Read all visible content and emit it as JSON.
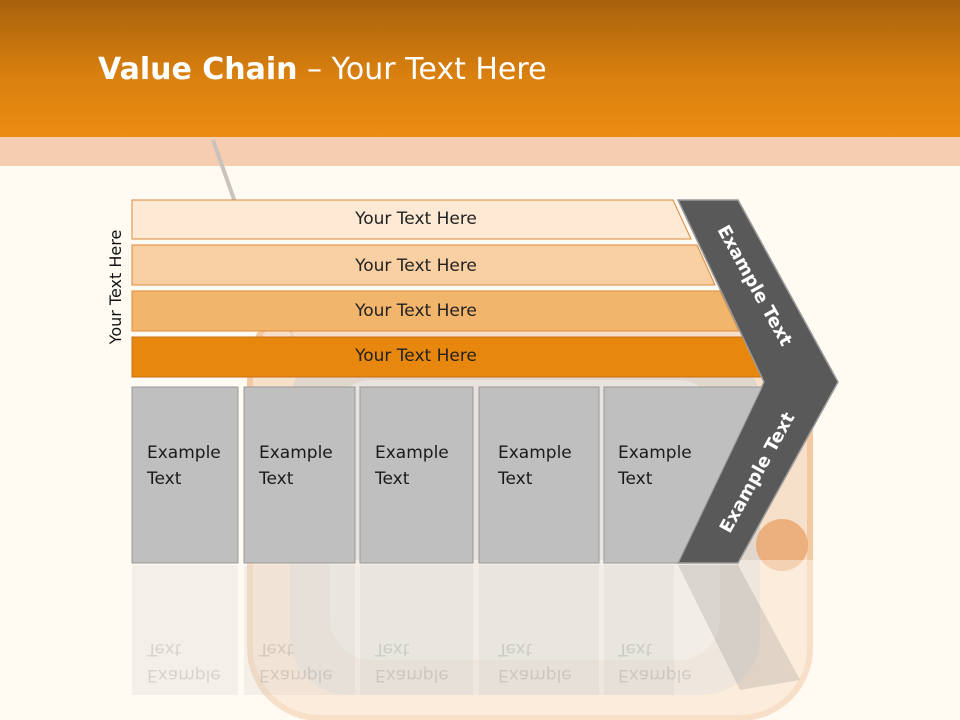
{
  "slide": {
    "title_bold": "Value Chain",
    "title_rest": " – Your Text Here",
    "side_label": "Your Text Here"
  },
  "bars": [
    {
      "label": "Your Text Here",
      "color": "#fde9d4"
    },
    {
      "label": "Your Text Here",
      "color": "#f8d0a4"
    },
    {
      "label": "Your Text Here",
      "color": "#f2b56c"
    },
    {
      "label": "Your Text Here",
      "color": "#e8870e"
    }
  ],
  "boxes": [
    {
      "line1": "Example",
      "line2": "Text"
    },
    {
      "line1": "Example",
      "line2": "Text"
    },
    {
      "line1": "Example",
      "line2": "Text"
    },
    {
      "line1": "Example",
      "line2": "Text"
    },
    {
      "line1": "Example",
      "line2": "Text"
    }
  ],
  "chevron": {
    "upper_label": "Example Text",
    "lower_label": "Example Text",
    "color": "#595959"
  }
}
